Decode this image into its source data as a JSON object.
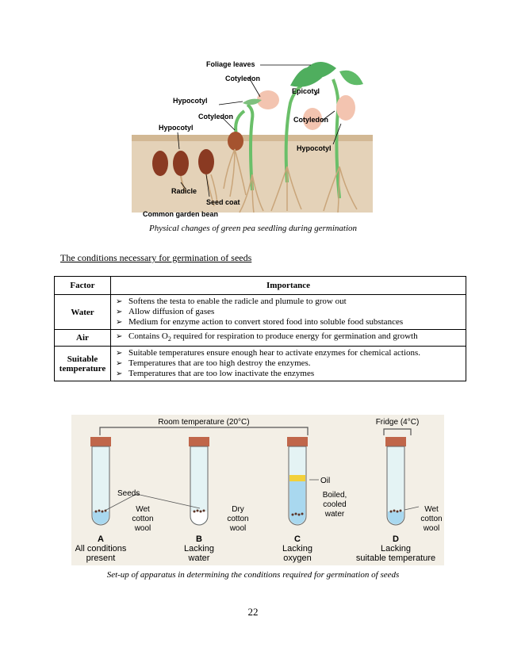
{
  "figure1": {
    "labels": {
      "foliage_leaves": "Foliage leaves",
      "cotyledon_top": "Cotyledon",
      "epicotyl": "Epicotyl",
      "hypocotyl_upper": "Hypocotyl",
      "cotyledon_mid": "Cotyledon",
      "cotyledon_right": "Cotyledon",
      "hypocotyl_left": "Hypocotyl",
      "hypocotyl_right": "Hypocotyl",
      "radicle": "Radicle",
      "seed_coat": "Seed coat",
      "common_bean": "Common garden bean"
    },
    "caption": "Physical changes of green pea seedling during germination",
    "colors": {
      "soil": "#d9c3a4",
      "leaf": "#5fb56a",
      "seed": "#8a3a22",
      "root": "#c9a57a"
    }
  },
  "section_heading": "The conditions necessary for germination of seeds",
  "table": {
    "headers": {
      "factor": "Factor",
      "importance": "Importance"
    },
    "rows": [
      {
        "factor": "Water",
        "points": [
          "Softens the testa to enable the radicle and plumule to grow out",
          "Allow diffusion of gases",
          "Medium for enzyme action to convert stored food into soluble food substances"
        ]
      },
      {
        "factor": "Air",
        "point_parts": {
          "before": "Contains O",
          "sub": "2",
          "after": " required for respiration to produce energy for germination and growth"
        }
      },
      {
        "factor_line1": "Suitable",
        "factor_line2": "temperature",
        "points": [
          "Suitable temperatures ensure enough hear to activate enzymes for chemical actions.",
          "Temperatures that are too high destroy the enzymes.",
          "Temperatures that are too low inactivate the enzymes"
        ]
      }
    ],
    "bullet_glyph": "➢"
  },
  "figure2": {
    "room_temp": "Room temperature (20°C)",
    "fridge": "Fridge (4°C)",
    "seeds": "Seeds",
    "oil": "Oil",
    "tubes": [
      {
        "letter": "A",
        "caption_l1": "All conditions",
        "caption_l2": "present",
        "side_l1": "Wet",
        "side_l2": "cotton",
        "side_l3": "wool"
      },
      {
        "letter": "B",
        "caption_l1": "Lacking",
        "caption_l2": "water",
        "side_l1": "Dry",
        "side_l2": "cotton",
        "side_l3": "wool"
      },
      {
        "letter": "C",
        "caption_l1": "Lacking",
        "caption_l2": "oxygen",
        "side_l1": "Boiled,",
        "side_l2": "cooled",
        "side_l3": "water"
      },
      {
        "letter": "D",
        "caption_l1": "Lacking",
        "caption_l2": "suitable temperature",
        "side_l1": "Wet",
        "side_l2": "cotton",
        "side_l3": "wool"
      }
    ],
    "caption": "Set-up of apparatus in determining the conditions required for germination of seeds",
    "colors": {
      "bg": "#f3efe6",
      "cork": "#c0664a",
      "water": "#a9d8ef",
      "oil": "#f2d03b",
      "accent": "#555555"
    }
  },
  "page_number": "22"
}
